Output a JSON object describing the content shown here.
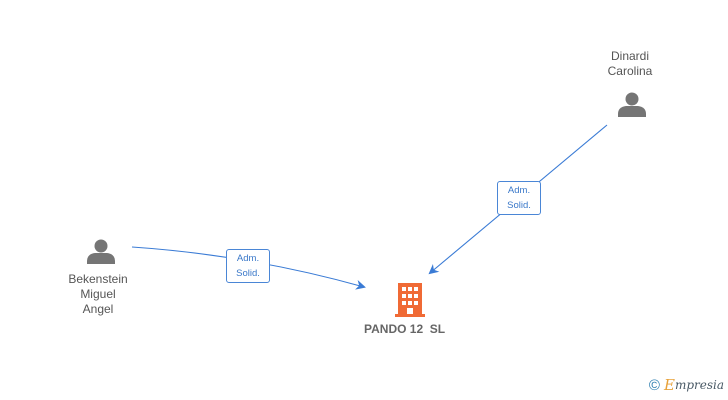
{
  "nodes": {
    "person_top": {
      "label_lines": [
        "Dinardi",
        "Carolina"
      ],
      "icon": "person-icon"
    },
    "person_left": {
      "label_lines": [
        "Bekenstein",
        "Miguel",
        "Angel"
      ],
      "icon": "person-icon"
    },
    "company": {
      "label": "PANDO 12  SL",
      "icon": "building-icon"
    }
  },
  "edges": [
    {
      "from": "person_top",
      "to": "company",
      "label_lines": [
        "Adm.",
        "Solid."
      ]
    },
    {
      "from": "person_left",
      "to": "company",
      "label_lines": [
        "Adm.",
        "Solid."
      ]
    }
  ],
  "colors": {
    "edge": "#3a7bd5",
    "person": "#757575",
    "company": "#f06a35",
    "text": "#555555"
  },
  "footer": {
    "copyright_symbol": "©",
    "brand_first": "E",
    "brand_rest": "mpresia"
  }
}
